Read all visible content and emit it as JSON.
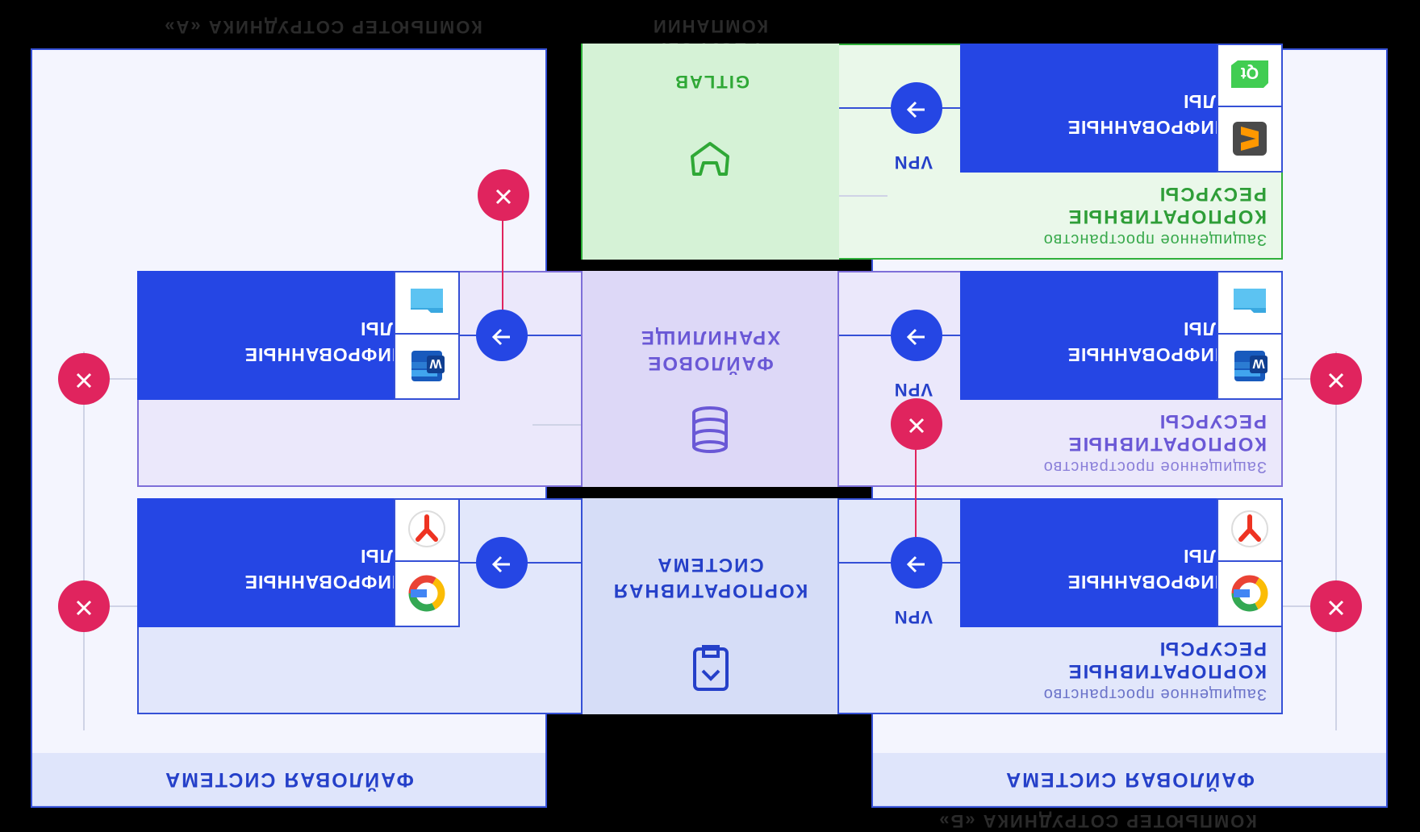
{
  "colors": {
    "background": "#000000",
    "blue": "#2546e4",
    "purple": "#6a58d6",
    "green": "#2fa836",
    "red": "#e0245e"
  },
  "diagram": {
    "column_employee_a": "КОМПЬЮТЕР СОТРУДНИКА «A»",
    "column_employee_b": "КОМПЬЮТЕР СОТРУДНИКА «Б»",
    "column_company": {
      "line1": "РЕСУРСЫ",
      "line2": "КОМПАНИИ"
    },
    "filesystem_label": "ФАЙЛОВАЯ СИСТЕМА",
    "secure_space_label": "Защищенное пространство",
    "corporate_resources_label": "КОРПОРАТИВНЫЕ РЕСУРСЫ",
    "encrypted_files": {
      "line1": "ЗАШИФРОВАННЫЕ",
      "line2": "ФАЙЛЫ"
    },
    "vpn_label": "VPN",
    "resources": {
      "gitlab": {
        "title": "GITLAB",
        "icon": "gitlab-icon"
      },
      "file_storage": {
        "line1": "ФАЙЛОВОЕ",
        "line2": "ХРАНИЛИЩЕ",
        "icon": "database-icon"
      },
      "corporate_system": {
        "line1": "КОРПОРАТИВНАЯ",
        "line2": "СИСТЕМА",
        "icon": "tablet-icon"
      }
    },
    "apps": {
      "gitlab_row": [
        "qt-icon",
        "sublime-text-icon"
      ],
      "storage_row": [
        "folder-icon",
        "word-icon"
      ],
      "system_row": [
        "yandex-browser-icon",
        "google-chrome-icon"
      ]
    },
    "connection_icons": {
      "allowed": "arrow-icon",
      "blocked": "close-icon"
    }
  }
}
